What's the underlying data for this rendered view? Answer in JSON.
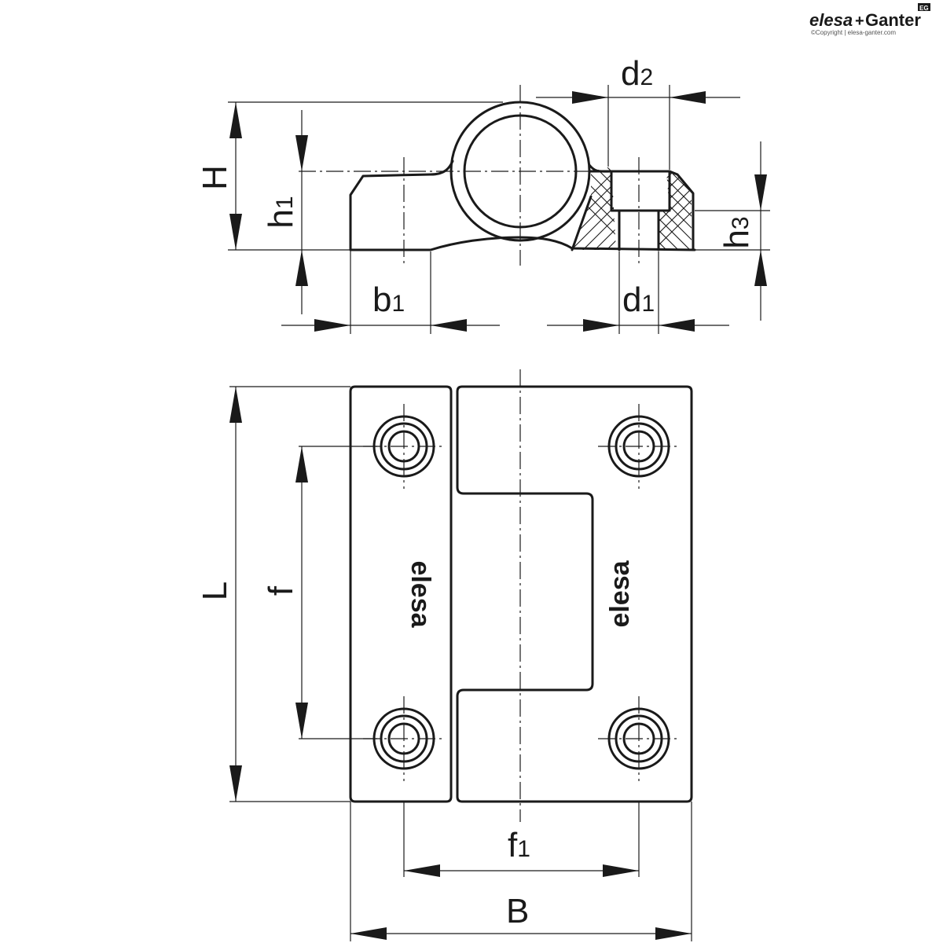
{
  "brand": {
    "name_left": "elesa",
    "plus": "+",
    "name_right": "Ganter",
    "badge": "EG",
    "copyright": "©Copyright | elesa-ganter.com",
    "part_marking": "elesa"
  },
  "dimensions": {
    "H": {
      "letter": "H",
      "sub": ""
    },
    "h1": {
      "letter": "h",
      "sub": "1"
    },
    "b1": {
      "letter": "b",
      "sub": "1"
    },
    "d1": {
      "letter": "d",
      "sub": "1"
    },
    "d2": {
      "letter": "d",
      "sub": "2"
    },
    "h3": {
      "letter": "h",
      "sub": "3"
    },
    "L": {
      "letter": "L",
      "sub": ""
    },
    "f": {
      "letter": "f",
      "sub": ""
    },
    "f1": {
      "letter": "f",
      "sub": "1"
    },
    "B": {
      "letter": "B",
      "sub": ""
    }
  }
}
